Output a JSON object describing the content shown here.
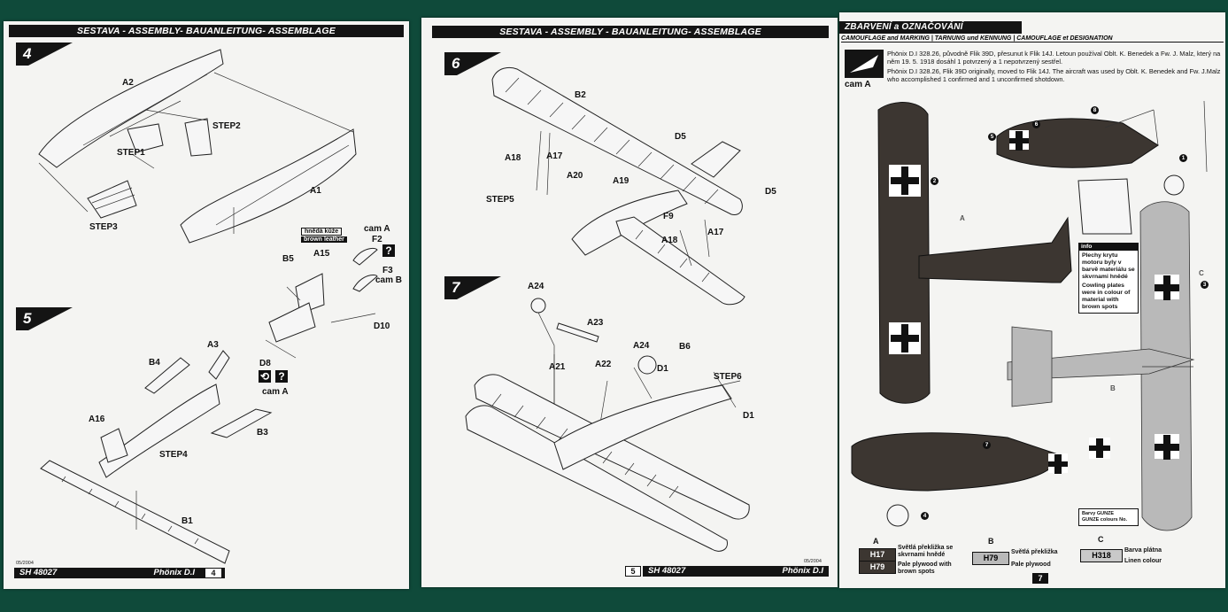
{
  "page1": {
    "header": "SESTAVA - ASSEMBLY- BAUANLEITUNG- ASSEMBLAGE",
    "step4": "4",
    "step5": "5",
    "labels": {
      "a2": "A2",
      "step2": "STEP2",
      "step1": "STEP1",
      "a1": "A1",
      "step3": "STEP3",
      "hneda": "hnědá kůže",
      "brown": "brown leather",
      "camA": "cam A",
      "f2": "F2",
      "b5": "B5",
      "a15": "A15",
      "f3": "F3",
      "camB": "cam B",
      "d10": "D10",
      "a3": "A3",
      "b4": "B4",
      "d8": "D8",
      "camA2": "cam A",
      "a16": "A16",
      "b3": "B3",
      "step4lbl": "STEP4",
      "b1": "B1"
    },
    "footer": {
      "date": "05/2004",
      "code": "SH 48027",
      "title": "Phönix D.I",
      "page": "4"
    }
  },
  "page2": {
    "header": "SESTAVA - ASSEMBLY - BAUANLEITUNG- ASSEMBLAGE",
    "step6": "6",
    "step7": "7",
    "labels": {
      "b2": "B2",
      "d5a": "D5",
      "a18": "A18",
      "a17": "A17",
      "a20": "A20",
      "a19": "A19",
      "d5b": "D5",
      "step5": "STEP5",
      "f9": "F9",
      "a18b": "A18",
      "a17b": "A17",
      "a24": "A24",
      "a23": "A23",
      "a24b": "A24",
      "b6": "B6",
      "a21": "A21",
      "a22": "A22",
      "d1a": "D1",
      "step6": "STEP6",
      "d1b": "D1"
    },
    "footer": {
      "page": "5",
      "code": "SH 48027",
      "date": "05/2004",
      "title": "Phönix D.I"
    }
  },
  "page3": {
    "header_cz": "ZBARVENÍ a OZNAČOVÁNÍ",
    "header_multi": "CAMOUFLAGE and MARKING   |   TARNUNG und KENNUNG   |   CAMOUFLAGE et DESIGNATION",
    "cam": "cam A",
    "descr_cz": "Phönix D.I 328.26, původně Flik 39D, přesunut k Flik 14J. Letoun používal Oblt. K. Benedek a Fw. J. Malz, který na něm 19. 5. 1918 dosáhl 1 potvrzený a 1 nepotvrzený sestřel.",
    "descr_en": "Phönix D.I 328.26, Flik 39D originally, moved to Flik 14J. The aircraft was used by Oblt. K. Benedek and Fw. J.Malz who accomplished 1 confirmed and 1 unconfirmed shotdown.",
    "info_title": "info",
    "info_cz": "Plechy krytu motoru byly v barvě materiálu se skvrnami hnědé",
    "info_en": "Cowling plates were in colour of material with brown spots",
    "colours_title": "Barvy GUNZE",
    "colours_sub": "GUNZE colours No.",
    "labels": {
      "a": "A",
      "b": "B",
      "c": "C"
    },
    "callouts": [
      "1",
      "2",
      "3",
      "4",
      "5",
      "6",
      "8",
      "7"
    ],
    "swatches": [
      {
        "letter": "A",
        "code1": "H17",
        "code2": "H79",
        "cz": "Světlá překližka se skvrnami hnědé",
        "en": "Pale plywood with brown spots"
      },
      {
        "letter": "B",
        "code1": "H79",
        "cz": "Světlá překližka",
        "en": "Pale plywood"
      },
      {
        "letter": "C",
        "code1": "H318",
        "cz": "Barva plátna",
        "en": "Linen colour"
      }
    ],
    "page": "7"
  }
}
